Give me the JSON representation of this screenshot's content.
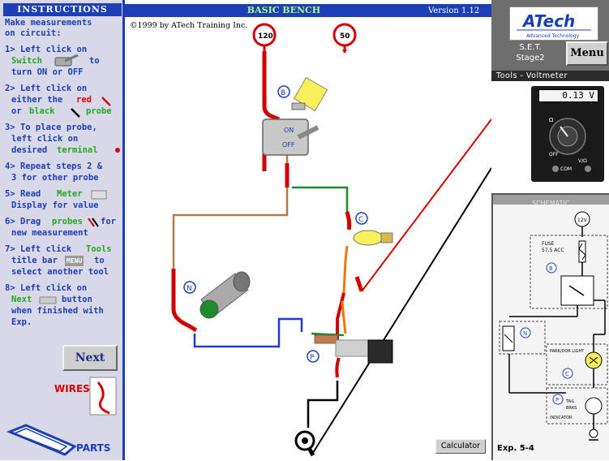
{
  "app": {
    "title": "BASIC BENCH",
    "version": "Version 1.12",
    "copyright": "©1999 by ATech Training Inc."
  },
  "instructions": {
    "header": "INSTRUCTIONS",
    "lines": [
      "Make measurements",
      "on circuit:",
      "1> Left click on",
      "Switch",
      "to",
      "turn ON or OFF",
      "2> Left click on",
      "either the",
      "red",
      "or",
      "black",
      "probe",
      "3> To place probe,",
      "left click on",
      "desired",
      "terminal",
      "4> Repeat steps 2 &",
      "3 for other probe",
      "5> Read",
      "Meter",
      "Display for value",
      "6> Drag",
      "probes",
      "for",
      "new measurement",
      "7> Left click",
      "Tools",
      "title bar",
      "MENU",
      "to",
      "select another tool",
      "8> Left click on",
      "Next",
      "button",
      "when finished with",
      "Exp."
    ]
  },
  "buttons": {
    "next": "Next",
    "menu": "Menu",
    "calculator": "Calculator"
  },
  "toolbox": {
    "wires_label": "WIRES",
    "parts_label": "PARTS"
  },
  "brand": {
    "logo_text": "ATech",
    "logo_sub": "Advanced Technology",
    "stage_line1": "S.E.T.",
    "stage_line2": "Stage2"
  },
  "tools": {
    "title": "Tools - Voltmeter"
  },
  "meter": {
    "reading": "0.13 V",
    "labels": [
      "Ω",
      "OFF",
      "COM",
      "V/Ω"
    ]
  },
  "circuit": {
    "fuses": [
      "120",
      "50"
    ],
    "switch_labels": [
      "ON",
      "OFF"
    ],
    "markers": [
      "B",
      "C",
      "N",
      "P"
    ]
  },
  "schematic": {
    "title": "SCHEMATIC",
    "texts": [
      "12V",
      "FUSE",
      "57.5 ACC",
      "B",
      "N",
      "PARK/DOR LIGHT",
      "C",
      "P",
      "TAIL",
      "BRKS",
      "INDICATOR"
    ],
    "exp_label": "Exp. 5-4"
  },
  "colors": {
    "accent_blue": "#1c3fb5",
    "title_green": "#a8ff7a",
    "wire_red": "#d40000",
    "wire_brown": "#b07a4a",
    "wire_green": "#1f8a2a",
    "wire_orange": "#f07800",
    "wire_blue": "#1f3bd6",
    "wire_black": "#000000",
    "bulb_yellow": "#f8f05a"
  }
}
